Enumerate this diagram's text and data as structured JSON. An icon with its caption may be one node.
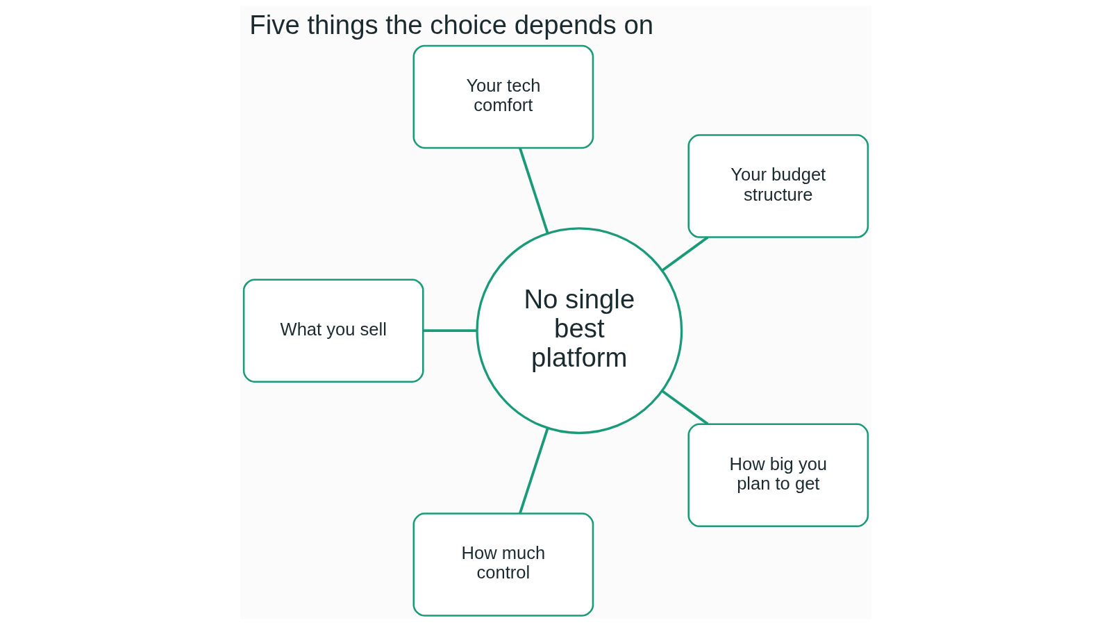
{
  "diagram": {
    "title": "Five things the choice depends on",
    "nodes": [
      {
        "text": [
          "Your budget structure"
        ]
      },
      {
        "text": [
          "Your tech comfort"
        ]
      },
      {
        "text": [
          "No single best platform"
        ]
      },
      {
        "text": [
          "What you sell"
        ]
      },
      {
        "text": [
          "How much control"
        ]
      },
      {
        "text": [
          "How big you plan to get"
        ]
      }
    ],
    "edges": [
      {
        "from": 2,
        "to": 0,
        "arrow": "none"
      },
      {
        "from": 2,
        "to": 1,
        "arrow": "none"
      },
      {
        "from": 2,
        "to": 3,
        "arrow": "none"
      },
      {
        "from": 2,
        "to": 4,
        "arrow": "none"
      },
      {
        "from": 2,
        "to": 5,
        "arrow": "none"
      }
    ]
  }
}
